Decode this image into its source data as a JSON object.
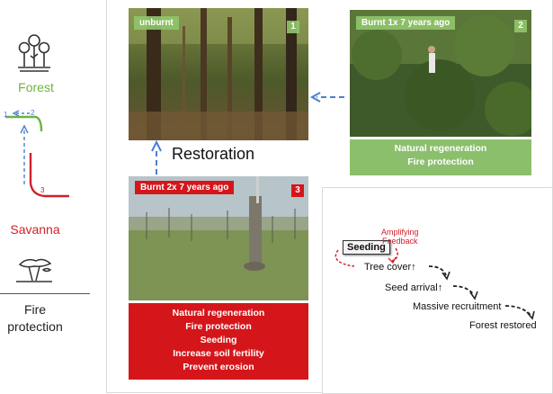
{
  "left": {
    "forest_label": "Forest",
    "savanna_label": "Savanna",
    "fire_protection_label": [
      "Fire",
      "protection"
    ],
    "mini_chart_labels": {
      "point_1": "1",
      "point_2": "2",
      "point_3": "3"
    },
    "forest_icon": "tree-cluster-icon",
    "savanna_icon": "savanna-tree-icon"
  },
  "photos": {
    "unburnt": {
      "tag": "unburnt",
      "number": "1"
    },
    "burnt_1x": {
      "tag": "Burnt 1x 7 years ago",
      "number": "2"
    },
    "burnt_2x": {
      "tag": "Burnt 2x 7 years ago",
      "number": "3"
    }
  },
  "green_box_lines": [
    "Natural regeneration",
    "Fire protection"
  ],
  "red_box_lines": [
    "Natural regeneration",
    "Fire protection",
    "Seeding",
    "Increase soil fertility",
    "Prevent erosion"
  ],
  "restoration_title": "Restoration",
  "flow": {
    "seeding": "Seeding",
    "amplifying": [
      "Amplifying",
      "Feedback"
    ],
    "tree_cover": "Tree cover↑",
    "seed_arrival": "Seed arrival↑",
    "massive_recruitment": "Massive recruitment",
    "forest_restored": "Forest restored"
  },
  "colors": {
    "forest_green": "#6cb33f",
    "savanna_red": "#d0202a",
    "green_box": "#8bbf6c",
    "red_box": "#d4161b",
    "dashed_arrow_blue": "#4a7fd0"
  }
}
